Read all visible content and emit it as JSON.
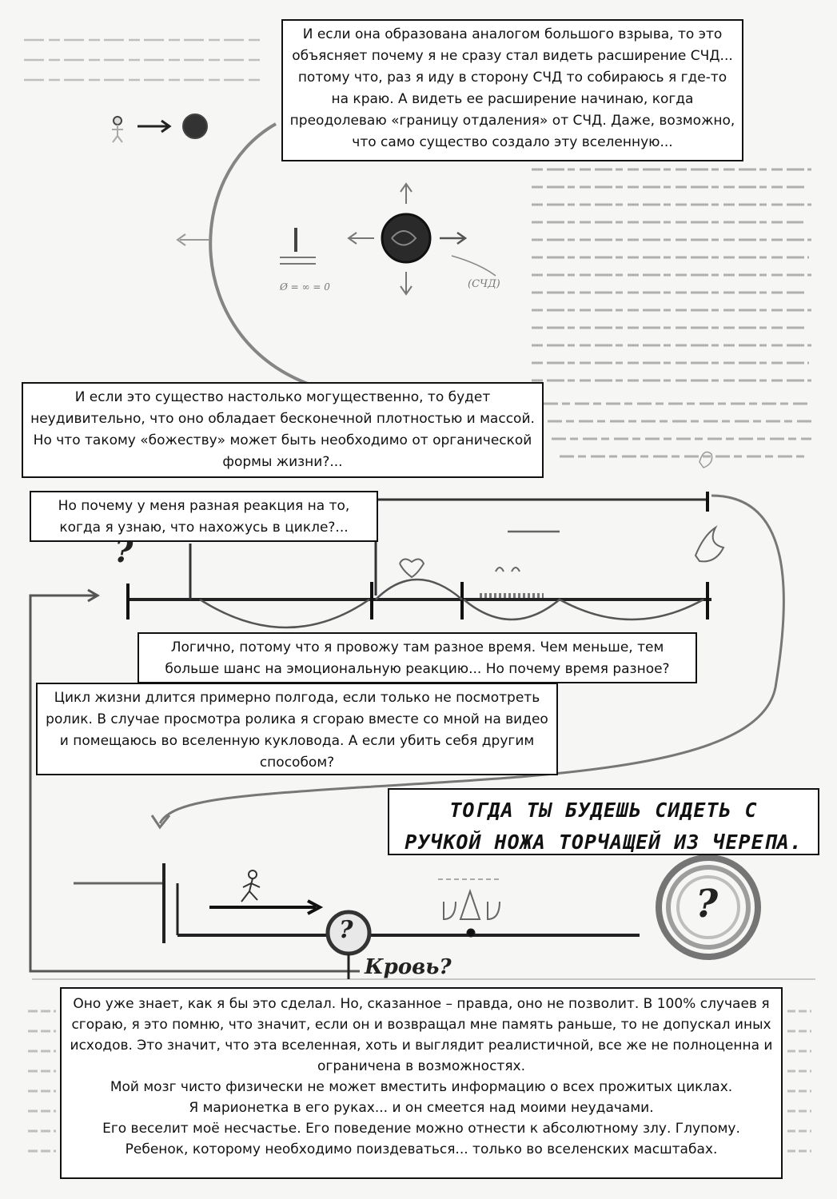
{
  "captions": {
    "top_right": "И если она образована аналогом большого взрыва, то это объясняет почему я не сразу стал видеть расширение СЧД... потому что, раз я иду в сторону СЧД то собираюсь я где-то на краю. А видеть ее расширение начинаю, когда преодолеваю «границу отдаления» от СЧД. Даже, возможно, что само существо создало эту вселенную...",
    "middle_left": "И если это существо настолько могущественно, то будет неудивительно, что оно обладает бесконечной плотностью и массой. Но что такому «божеству» может быть необходимо от органической формы жизни?...",
    "cycle_question": "Но почему у меня разная реакция на то, когда я узнаю, что нахожусь в цикле?...",
    "logic": "Логично, потому что я провожу там разное время. Чем меньше, тем больше шанс на эмоциональную реакцию... Но почему время разное?",
    "life_cycle": "Цикл жизни  длится  примерно полгода, если только не посмотреть ролик. В случае просмотра ролика я сгораю вместе со мной на видео и помещаюсь во вселенную кукловода. А если убить себя другим способом?",
    "bottom_lines": [
      "Оно уже знает, как я бы это сделал. Но, сказанное – правда, оно не позволит. В 100% случаев я сгораю, я это помню, что значит, если он и возвращал мне память раньше, то не допускал иных исходов. Это значит, что эта вселенная, хоть и выглядит реалистичной, все же не полноценна и ограничена в возможностях.",
      "Мой мозг чисто физически не может вместить информацию о всех прожитых циклах.",
      "Я марионетка в его руках... и он смеется над моими неудачами.",
      "Его веселит моё несчастье. Его поведение можно отнести к абсолютному злу. Глупому.",
      "Ребенок, которому необходимо поиздеваться... только во вселенских масштабах."
    ]
  },
  "shout": {
    "line1": "ТОГДА ТЫ БУДЕШЬ СИДЕТЬ С",
    "line2": "РУЧКОЙ НОЖА ТОРЧАЩЕЙ ИЗ ЧЕРЕПА."
  },
  "sketch": {
    "question_mark": "?",
    "blood_label": "Кровь?",
    "center_label": "(СЧД)",
    "zero_label": "Ø = ∞ = 0"
  }
}
